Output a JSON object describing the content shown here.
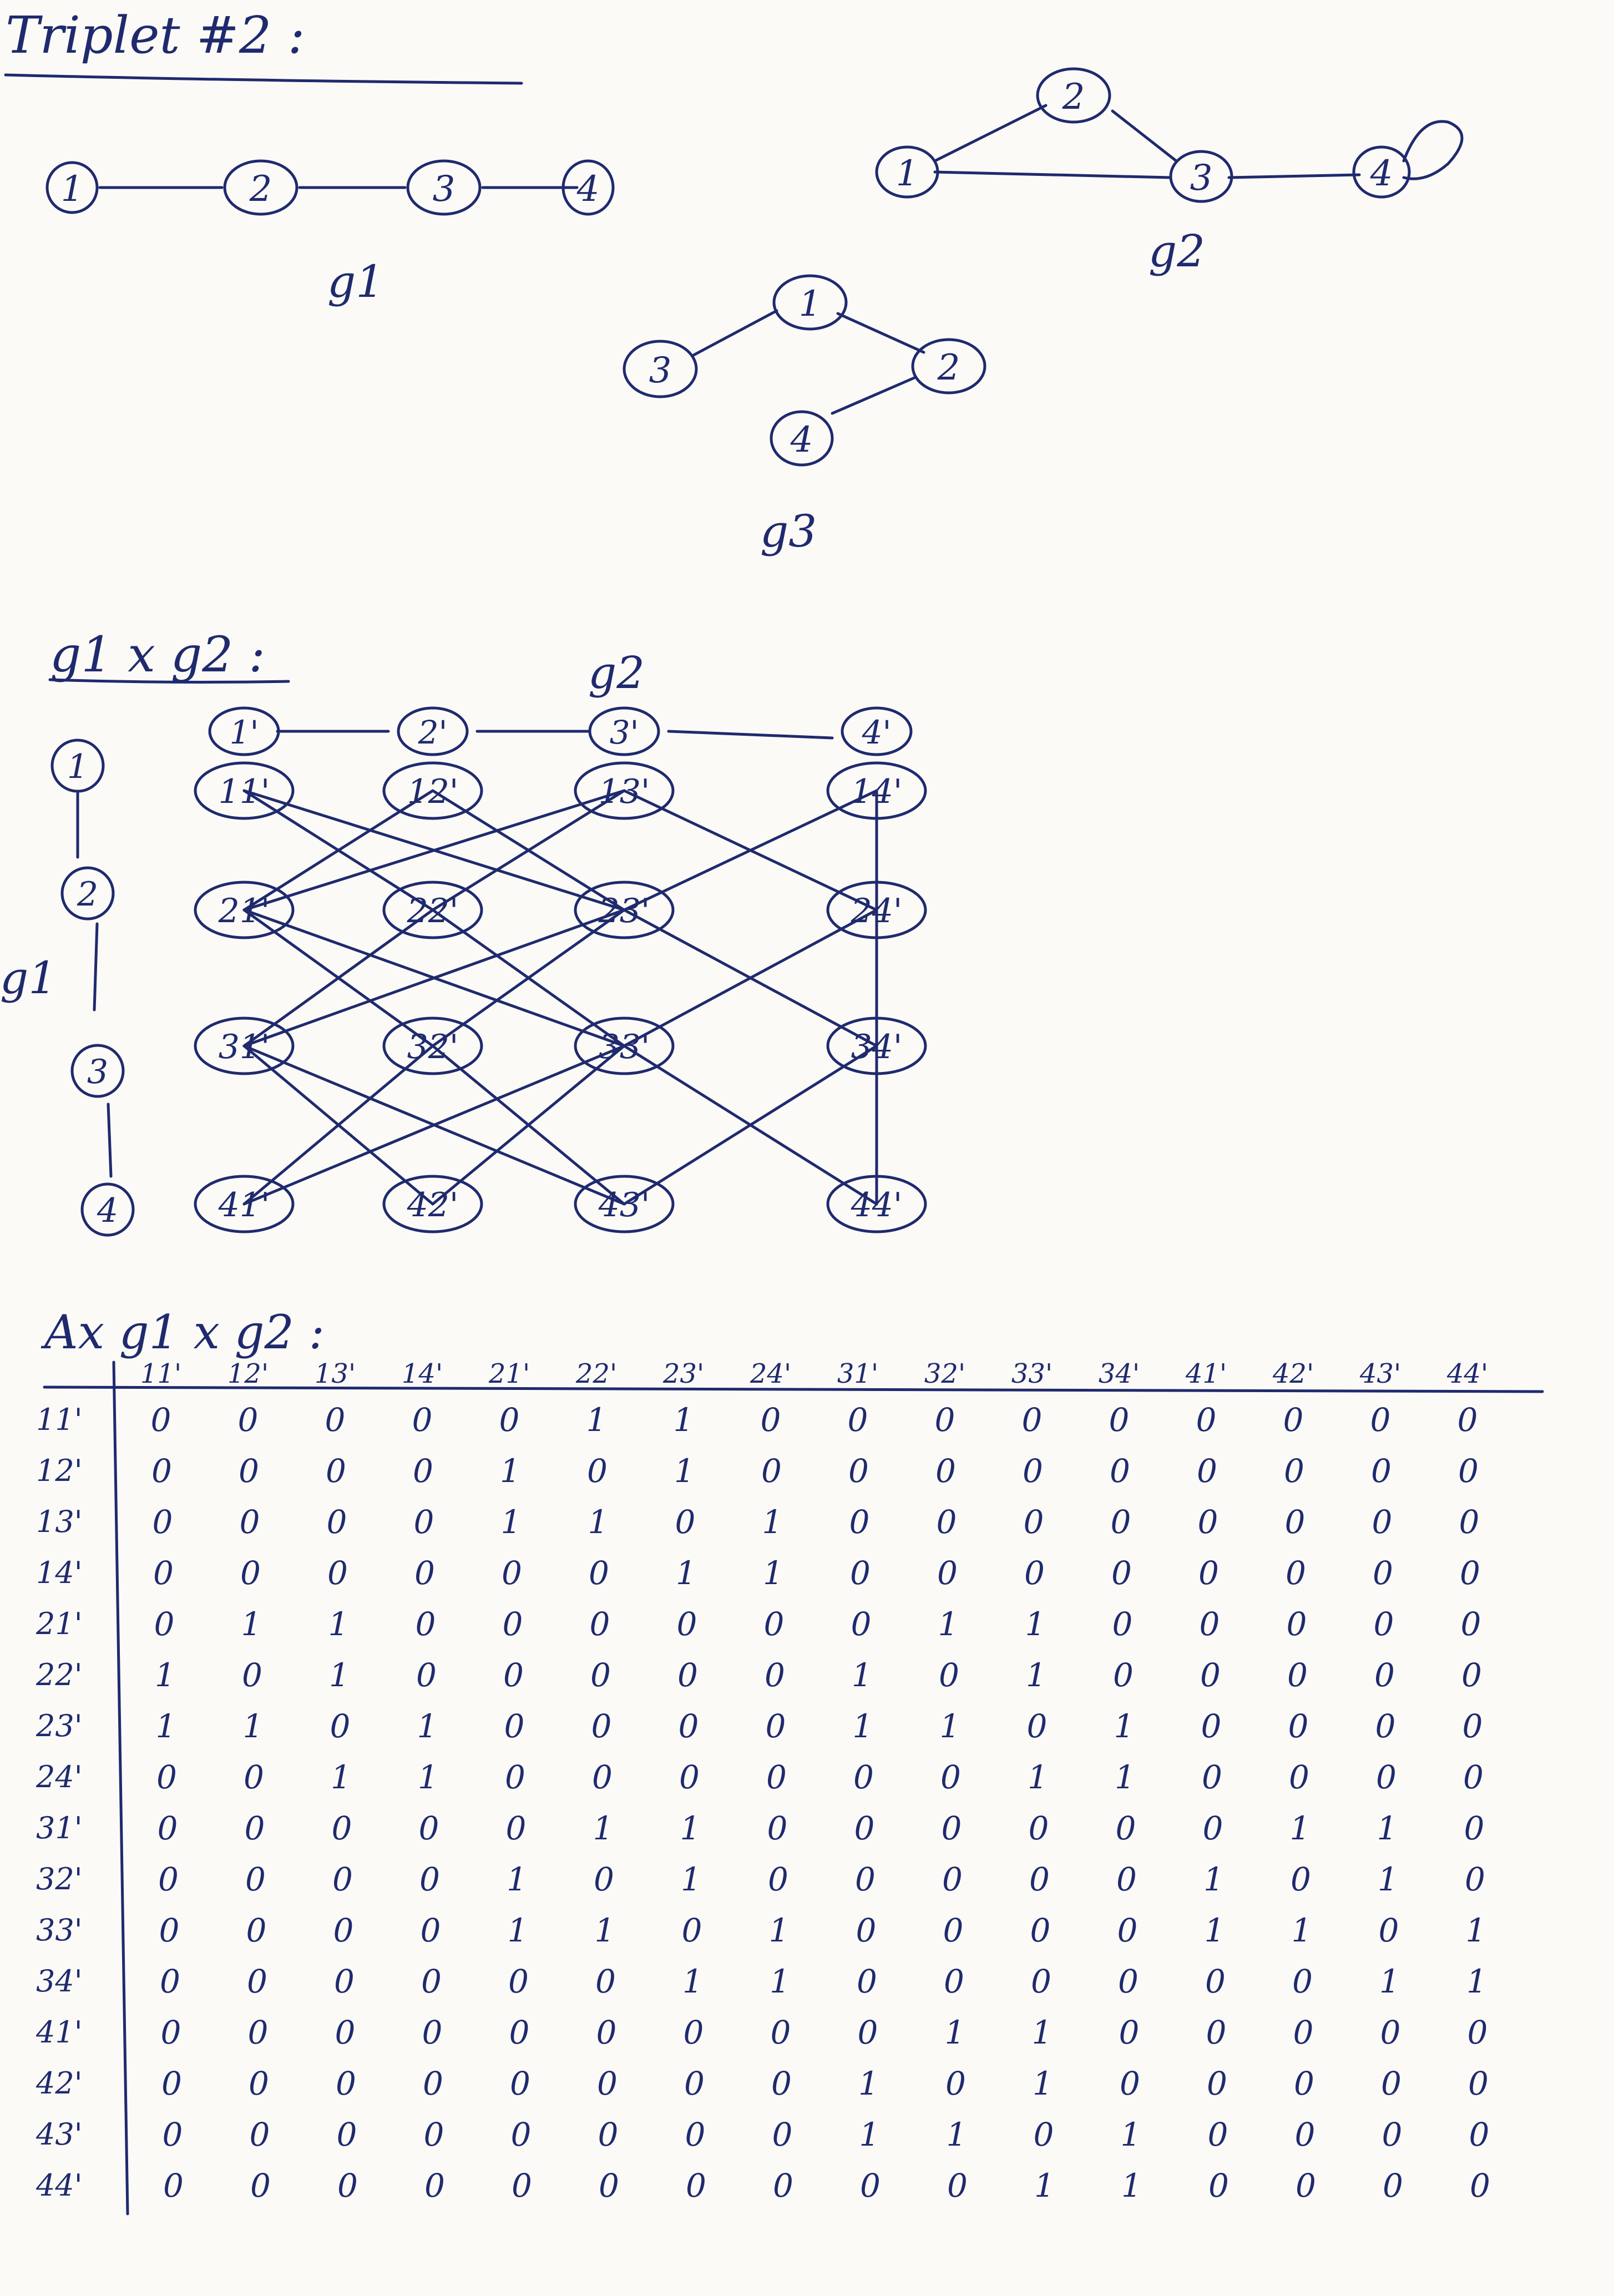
{
  "page": {
    "title": "Triplet #2 :"
  },
  "graphs": {
    "g1": {
      "label": "g1",
      "nodes": [
        "1",
        "2",
        "3",
        "4"
      ]
    },
    "g2": {
      "label": "g2",
      "nodes": [
        "1",
        "2",
        "3",
        "4"
      ]
    },
    "g3": {
      "label": "g3",
      "nodes": [
        "1",
        "2",
        "3",
        "4"
      ]
    }
  },
  "product": {
    "heading": "g1 x g2 :",
    "top_axis_label": "g2",
    "side_axis_label": "g1",
    "top_nodes": [
      "1'",
      "2'",
      "3'",
      "4'"
    ],
    "side_nodes": [
      "1",
      "2",
      "3",
      "4"
    ],
    "grid_nodes": [
      [
        "11'",
        "12'",
        "13'",
        "14'"
      ],
      [
        "21'",
        "22'",
        "23'",
        "24'"
      ],
      [
        "31'",
        "32'",
        "33'",
        "34'"
      ],
      [
        "41'",
        "42'",
        "43'",
        "44'"
      ]
    ]
  },
  "matrix": {
    "heading": "Ax g1 x g2 :",
    "column_headers": [
      "11'",
      "12'",
      "13'",
      "14'",
      "21'",
      "22'",
      "23'",
      "24'",
      "31'",
      "32'",
      "33'",
      "34'",
      "41'",
      "42'",
      "43'",
      "44'"
    ],
    "row_headers": [
      "11'",
      "12'",
      "13'",
      "14'",
      "21'",
      "22'",
      "23'",
      "24'",
      "31'",
      "32'",
      "33'",
      "34'",
      "41'",
      "42'",
      "43'",
      "44'"
    ],
    "rows": [
      [
        "0",
        "0",
        "0",
        "0",
        "0",
        "1",
        "1",
        "0",
        "0",
        "0",
        "0",
        "0",
        "0",
        "0",
        "0",
        "0"
      ],
      [
        "0",
        "0",
        "0",
        "0",
        "1",
        "0",
        "1",
        "0",
        "0",
        "0",
        "0",
        "0",
        "0",
        "0",
        "0",
        "0"
      ],
      [
        "0",
        "0",
        "0",
        "0",
        "1",
        "1",
        "0",
        "1",
        "0",
        "0",
        "0",
        "0",
        "0",
        "0",
        "0",
        "0"
      ],
      [
        "0",
        "0",
        "0",
        "0",
        "0",
        "0",
        "1",
        "1",
        "0",
        "0",
        "0",
        "0",
        "0",
        "0",
        "0",
        "0"
      ],
      [
        "0",
        "1",
        "1",
        "0",
        "0",
        "0",
        "0",
        "0",
        "0",
        "1",
        "1",
        "0",
        "0",
        "0",
        "0",
        "0"
      ],
      [
        "1",
        "0",
        "1",
        "0",
        "0",
        "0",
        "0",
        "0",
        "1",
        "0",
        "1",
        "0",
        "0",
        "0",
        "0",
        "0"
      ],
      [
        "1",
        "1",
        "0",
        "1",
        "0",
        "0",
        "0",
        "0",
        "1",
        "1",
        "0",
        "1",
        "0",
        "0",
        "0",
        "0"
      ],
      [
        "0",
        "0",
        "1",
        "1",
        "0",
        "0",
        "0",
        "0",
        "0",
        "0",
        "1",
        "1",
        "0",
        "0",
        "0",
        "0"
      ],
      [
        "0",
        "0",
        "0",
        "0",
        "0",
        "1",
        "1",
        "0",
        "0",
        "0",
        "0",
        "0",
        "0",
        "1",
        "1",
        "0"
      ],
      [
        "0",
        "0",
        "0",
        "0",
        "1",
        "0",
        "1",
        "0",
        "0",
        "0",
        "0",
        "0",
        "1",
        "0",
        "1",
        "0"
      ],
      [
        "0",
        "0",
        "0",
        "0",
        "1",
        "1",
        "0",
        "1",
        "0",
        "0",
        "0",
        "0",
        "1",
        "1",
        "0",
        "1"
      ],
      [
        "0",
        "0",
        "0",
        "0",
        "0",
        "0",
        "1",
        "1",
        "0",
        "0",
        "0",
        "0",
        "0",
        "0",
        "1",
        "1"
      ],
      [
        "0",
        "0",
        "0",
        "0",
        "0",
        "0",
        "0",
        "0",
        "0",
        "1",
        "1",
        "0",
        "0",
        "0",
        "0",
        "0"
      ],
      [
        "0",
        "0",
        "0",
        "0",
        "0",
        "0",
        "0",
        "0",
        "1",
        "0",
        "1",
        "0",
        "0",
        "0",
        "0",
        "0"
      ],
      [
        "0",
        "0",
        "0",
        "0",
        "0",
        "0",
        "0",
        "0",
        "1",
        "1",
        "0",
        "1",
        "0",
        "0",
        "0",
        "0"
      ],
      [
        "0",
        "0",
        "0",
        "0",
        "0",
        "0",
        "0",
        "0",
        "0",
        "0",
        "1",
        "1",
        "0",
        "0",
        "0",
        "0"
      ]
    ]
  }
}
